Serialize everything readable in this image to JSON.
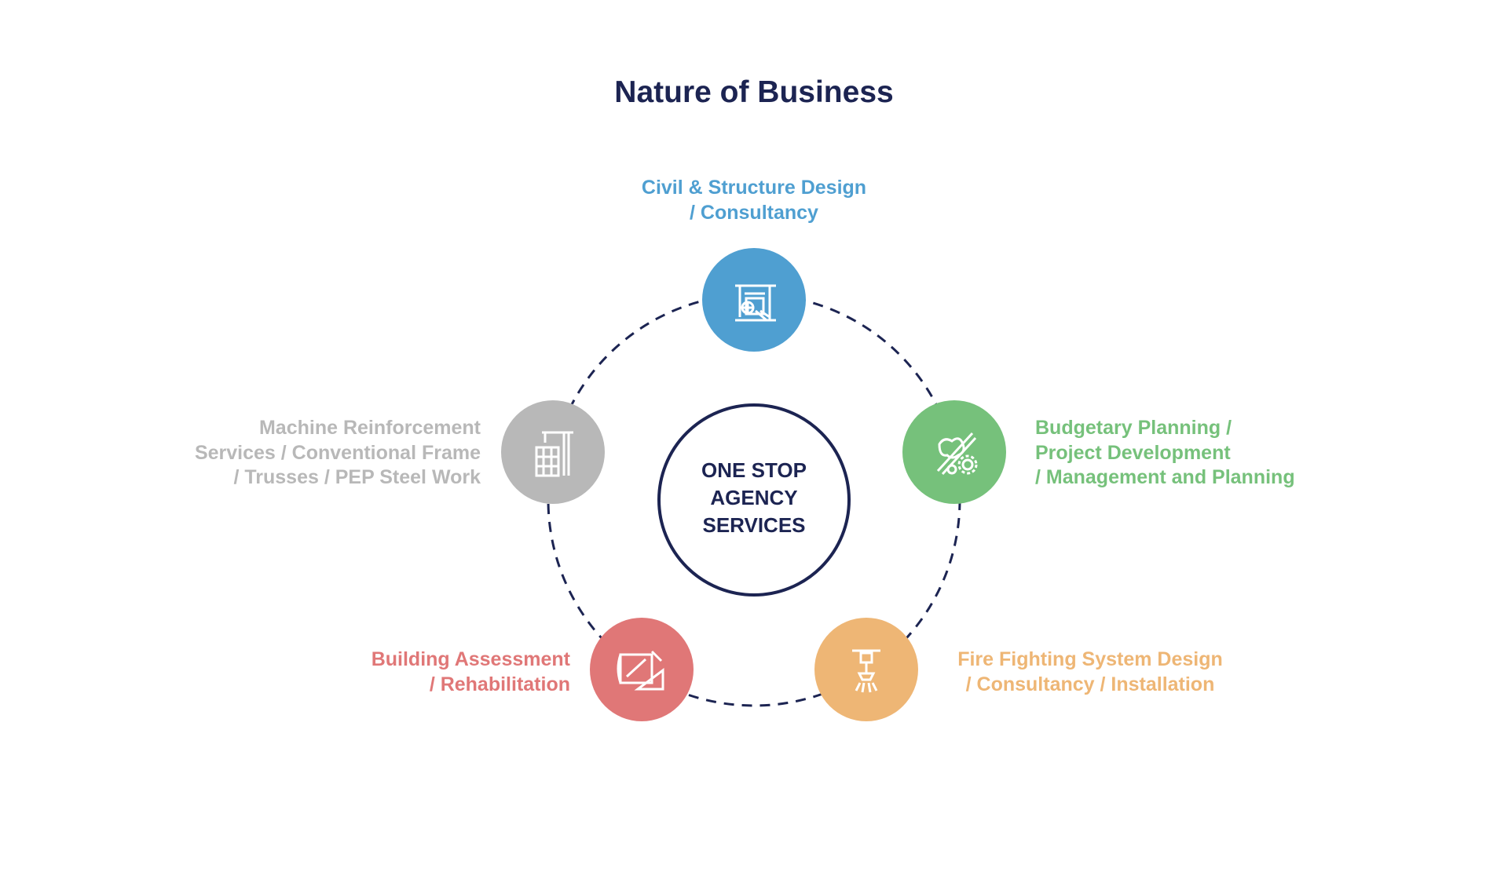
{
  "title": "Nature of Business",
  "center": {
    "lines": [
      "ONE STOP",
      "AGENCY",
      "SERVICES"
    ]
  },
  "colors": {
    "navy": "#1c2452",
    "blue": "#4f9fd1",
    "green": "#76c17b",
    "orange": "#eeb675",
    "red": "#e07777",
    "gray": "#b8b8b8"
  },
  "services": [
    {
      "icon": "construction-crane-icon",
      "color": "#4f9fd1",
      "lines": [
        "Civil & Structure Design",
        "/ Consultancy"
      ]
    },
    {
      "icon": "planning-gears-icon",
      "color": "#76c17b",
      "lines": [
        "Budgetary Planning /",
        "Project Development",
        "/ Management and Planning"
      ]
    },
    {
      "icon": "fire-sprinkler-icon",
      "color": "#eeb675",
      "lines": [
        "Fire Fighting System Design",
        "/ Consultancy / Installation"
      ]
    },
    {
      "icon": "blueprint-ruler-icon",
      "color": "#e07777",
      "lines": [
        "Building Assessment",
        "/ Rehabilitation"
      ]
    },
    {
      "icon": "tower-crane-building-icon",
      "color": "#b8b8b8",
      "lines": [
        "Machine Reinforcement",
        "Services / Conventional Frame",
        "/ Trusses / PEP Steel Work"
      ]
    }
  ]
}
